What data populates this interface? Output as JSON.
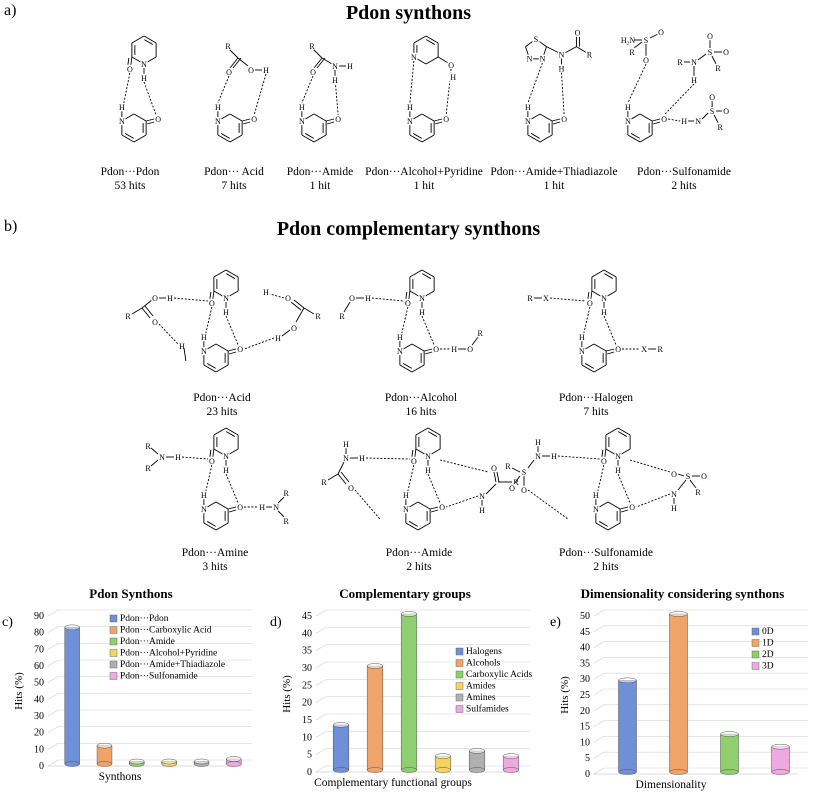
{
  "section_a": {
    "label": "a)",
    "title": "Pdon synthons"
  },
  "section_b": {
    "label": "b)",
    "title": "Pdon complementary synthons"
  },
  "synthons_a": [
    {
      "name": "Pdon···Pdon",
      "hits": "53 hits"
    },
    {
      "name": "Pdon··· Acid",
      "hits": "7 hits"
    },
    {
      "name": "Pdon···Amide",
      "hits": "1 hit"
    },
    {
      "name": "Pdon···Alcohol+Pyridine",
      "hits": "1 hit"
    },
    {
      "name": "Pdon···Amide+Thiadiazole",
      "hits": "1 hit"
    },
    {
      "name": "Pdon···Sulfonamide",
      "hits": "2 hits"
    }
  ],
  "synthons_b": [
    {
      "name": "Pdon···Acid",
      "hits": "23 hits"
    },
    {
      "name": "Pdon···Alcohol",
      "hits": "16 hits"
    },
    {
      "name": "Pdon···Halogen",
      "hits": "7 hits"
    },
    {
      "name": "Pdon···Amine",
      "hits": "3 hits"
    },
    {
      "name": "Pdon···Amide",
      "hits": "2 hits"
    },
    {
      "name": "Pdon···Sulfonamide",
      "hits": "2 hits"
    }
  ],
  "atoms": {
    "O": "O",
    "N": "N",
    "H": "H",
    "R": "R",
    "X": "X",
    "S": "S",
    "NH2": "H₂N"
  },
  "chart_data": [
    {
      "panel": "c)",
      "type": "bar",
      "title": "Pdon Synthons",
      "xlabel": "Synthons",
      "ylabel": "Hits (%)",
      "ylim": [
        0,
        90
      ],
      "yticks": [
        0,
        10,
        20,
        30,
        40,
        50,
        60,
        70,
        80,
        90
      ],
      "legend_position": "top-right",
      "series": [
        {
          "name": "Pdon···Pdon",
          "value": 82,
          "color": "#6f8fd6"
        },
        {
          "name": "Pdon···Carboxylic Acid",
          "value": 11,
          "color": "#f0a46a"
        },
        {
          "name": "Pdon···Amide",
          "value": 1.5,
          "color": "#8fcf70"
        },
        {
          "name": "Pdon···Alcohol+Pyridine",
          "value": 1.5,
          "color": "#f4d35e"
        },
        {
          "name": "Pdon···Amide+Thiadiazole",
          "value": 1.5,
          "color": "#b0b0b0"
        },
        {
          "name": "Pdon···Sulfonamide",
          "value": 3,
          "color": "#f0a8e0"
        }
      ]
    },
    {
      "panel": "d)",
      "type": "bar",
      "title": "Complementary groups",
      "xlabel": "Complementary functional groups",
      "ylabel": "Hits (%)",
      "ylim": [
        0,
        45
      ],
      "yticks": [
        0,
        5,
        10,
        15,
        20,
        25,
        30,
        35,
        40,
        45
      ],
      "legend_position": "top-right",
      "series": [
        {
          "name": "Halogens",
          "value": 13,
          "color": "#6f8fd6"
        },
        {
          "name": "Alcohols",
          "value": 30,
          "color": "#f0a46a"
        },
        {
          "name": "Carboxylic Acids",
          "value": 45,
          "color": "#8fcf70"
        },
        {
          "name": "Amides",
          "value": 4,
          "color": "#f4d35e"
        },
        {
          "name": "Amines",
          "value": 5.5,
          "color": "#b0b0b0"
        },
        {
          "name": "Sulfamides",
          "value": 4,
          "color": "#f0a8e0"
        }
      ]
    },
    {
      "panel": "e)",
      "type": "bar",
      "title": "Dimensionality considering synthons",
      "xlabel": "Dimensionality",
      "ylabel": "Hits (%)",
      "ylim": [
        0,
        50
      ],
      "yticks": [
        0,
        5,
        10,
        15,
        20,
        25,
        30,
        35,
        40,
        45,
        50
      ],
      "legend_position": "top-right",
      "series": [
        {
          "name": "0D",
          "value": 29,
          "color": "#6f8fd6"
        },
        {
          "name": "1D",
          "value": 50,
          "color": "#f0a46a"
        },
        {
          "name": "2D",
          "value": 12,
          "color": "#8fcf70"
        },
        {
          "name": "3D",
          "value": 8,
          "color": "#f0a8e0"
        }
      ]
    }
  ]
}
